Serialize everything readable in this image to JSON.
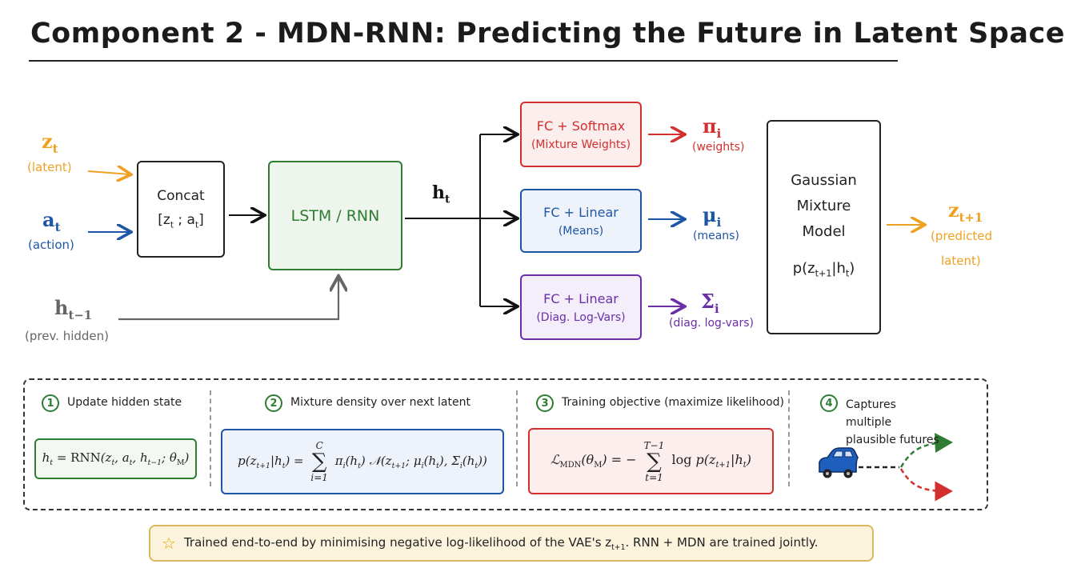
{
  "title": "Component 2 - MDN-RNN: Predicting the Future in Latent Space",
  "inputs": {
    "z_symbol": "z",
    "z_sub": "t",
    "z_label": "(latent)",
    "a_symbol": "a",
    "a_sub": "t",
    "a_label": "(action)",
    "h_prev_symbol": "h",
    "h_prev_sub": "t−1",
    "h_prev_label": "(prev. hidden)"
  },
  "concat": {
    "title": "Concat",
    "open": "[z",
    "t1": "t",
    "mid": " ; a",
    "t2": "t",
    "close": "]"
  },
  "lstm": {
    "label": "LSTM / RNN"
  },
  "hidden": {
    "symbol": "h",
    "sub": "t"
  },
  "heads": [
    {
      "title": "FC + Softmax",
      "subtitle": "(Mixture Weights)",
      "out_symbol": "π",
      "out_sub": "i",
      "out_label": "(weights)",
      "color": "#d32f2f"
    },
    {
      "title": "FC + Linear",
      "subtitle": "(Means)",
      "out_symbol": "μ",
      "out_sub": "i",
      "out_label": "(means)",
      "color": "#1e56a6"
    },
    {
      "title": "FC + Linear",
      "subtitle": "(Diag. Log-Vars)",
      "out_symbol": "Σ",
      "out_sub": "i",
      "out_label": "(diag. log-vars)",
      "color": "#6a2fa8"
    }
  ],
  "gmm": {
    "line1": "Gaussian",
    "line2": "Mixture",
    "line3": "Model",
    "formula_pre": "p(z",
    "formula_sub": "t+1",
    "formula_post": "|h",
    "formula_sub2": "t",
    "formula_end": ")"
  },
  "output": {
    "symbol": "z",
    "sub": "t+1",
    "label1": "(predicted",
    "label2": "latent)"
  },
  "steps": [
    {
      "num": "1",
      "label": "Update hidden state"
    },
    {
      "num": "2",
      "label": "Mixture density over next latent"
    },
    {
      "num": "3",
      "label": "Training objective (maximize likelihood)"
    },
    {
      "num": "4",
      "label": "Captures multiple plausible futures"
    }
  ],
  "banner": {
    "text_pre": "Trained end-to-end by minimising negative log-likelihood of the VAE's z",
    "text_sub": "t+1",
    "text_post": ".   RNN + MDN are trained jointly."
  },
  "colors": {
    "orange": "#f0a020",
    "blue": "#1e56a6",
    "gray": "#666666",
    "green": "#2e7d32",
    "red": "#d32f2f",
    "purple": "#6a2fa8",
    "lstm_fill": "#eef5ec"
  }
}
